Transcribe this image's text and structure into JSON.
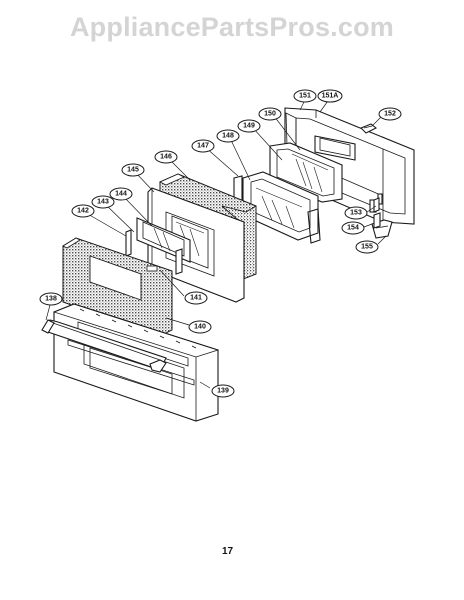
{
  "watermark": "AppliancePartsPros.com",
  "page_number": "17",
  "callouts": [
    {
      "id": "151",
      "label": "151"
    },
    {
      "id": "151a",
      "label": "151A"
    },
    {
      "id": "152",
      "label": "152"
    },
    {
      "id": "150",
      "label": "150"
    },
    {
      "id": "149",
      "label": "149"
    },
    {
      "id": "148",
      "label": "148"
    },
    {
      "id": "147",
      "label": "147"
    },
    {
      "id": "146",
      "label": "146"
    },
    {
      "id": "145",
      "label": "145"
    },
    {
      "id": "144",
      "label": "144"
    },
    {
      "id": "143",
      "label": "143"
    },
    {
      "id": "142",
      "label": "142"
    },
    {
      "id": "153",
      "label": "153"
    },
    {
      "id": "154",
      "label": "154"
    },
    {
      "id": "155",
      "label": "155"
    },
    {
      "id": "141",
      "label": "141"
    },
    {
      "id": "140",
      "label": "140"
    },
    {
      "id": "138",
      "label": "138"
    },
    {
      "id": "139",
      "label": "139"
    }
  ]
}
